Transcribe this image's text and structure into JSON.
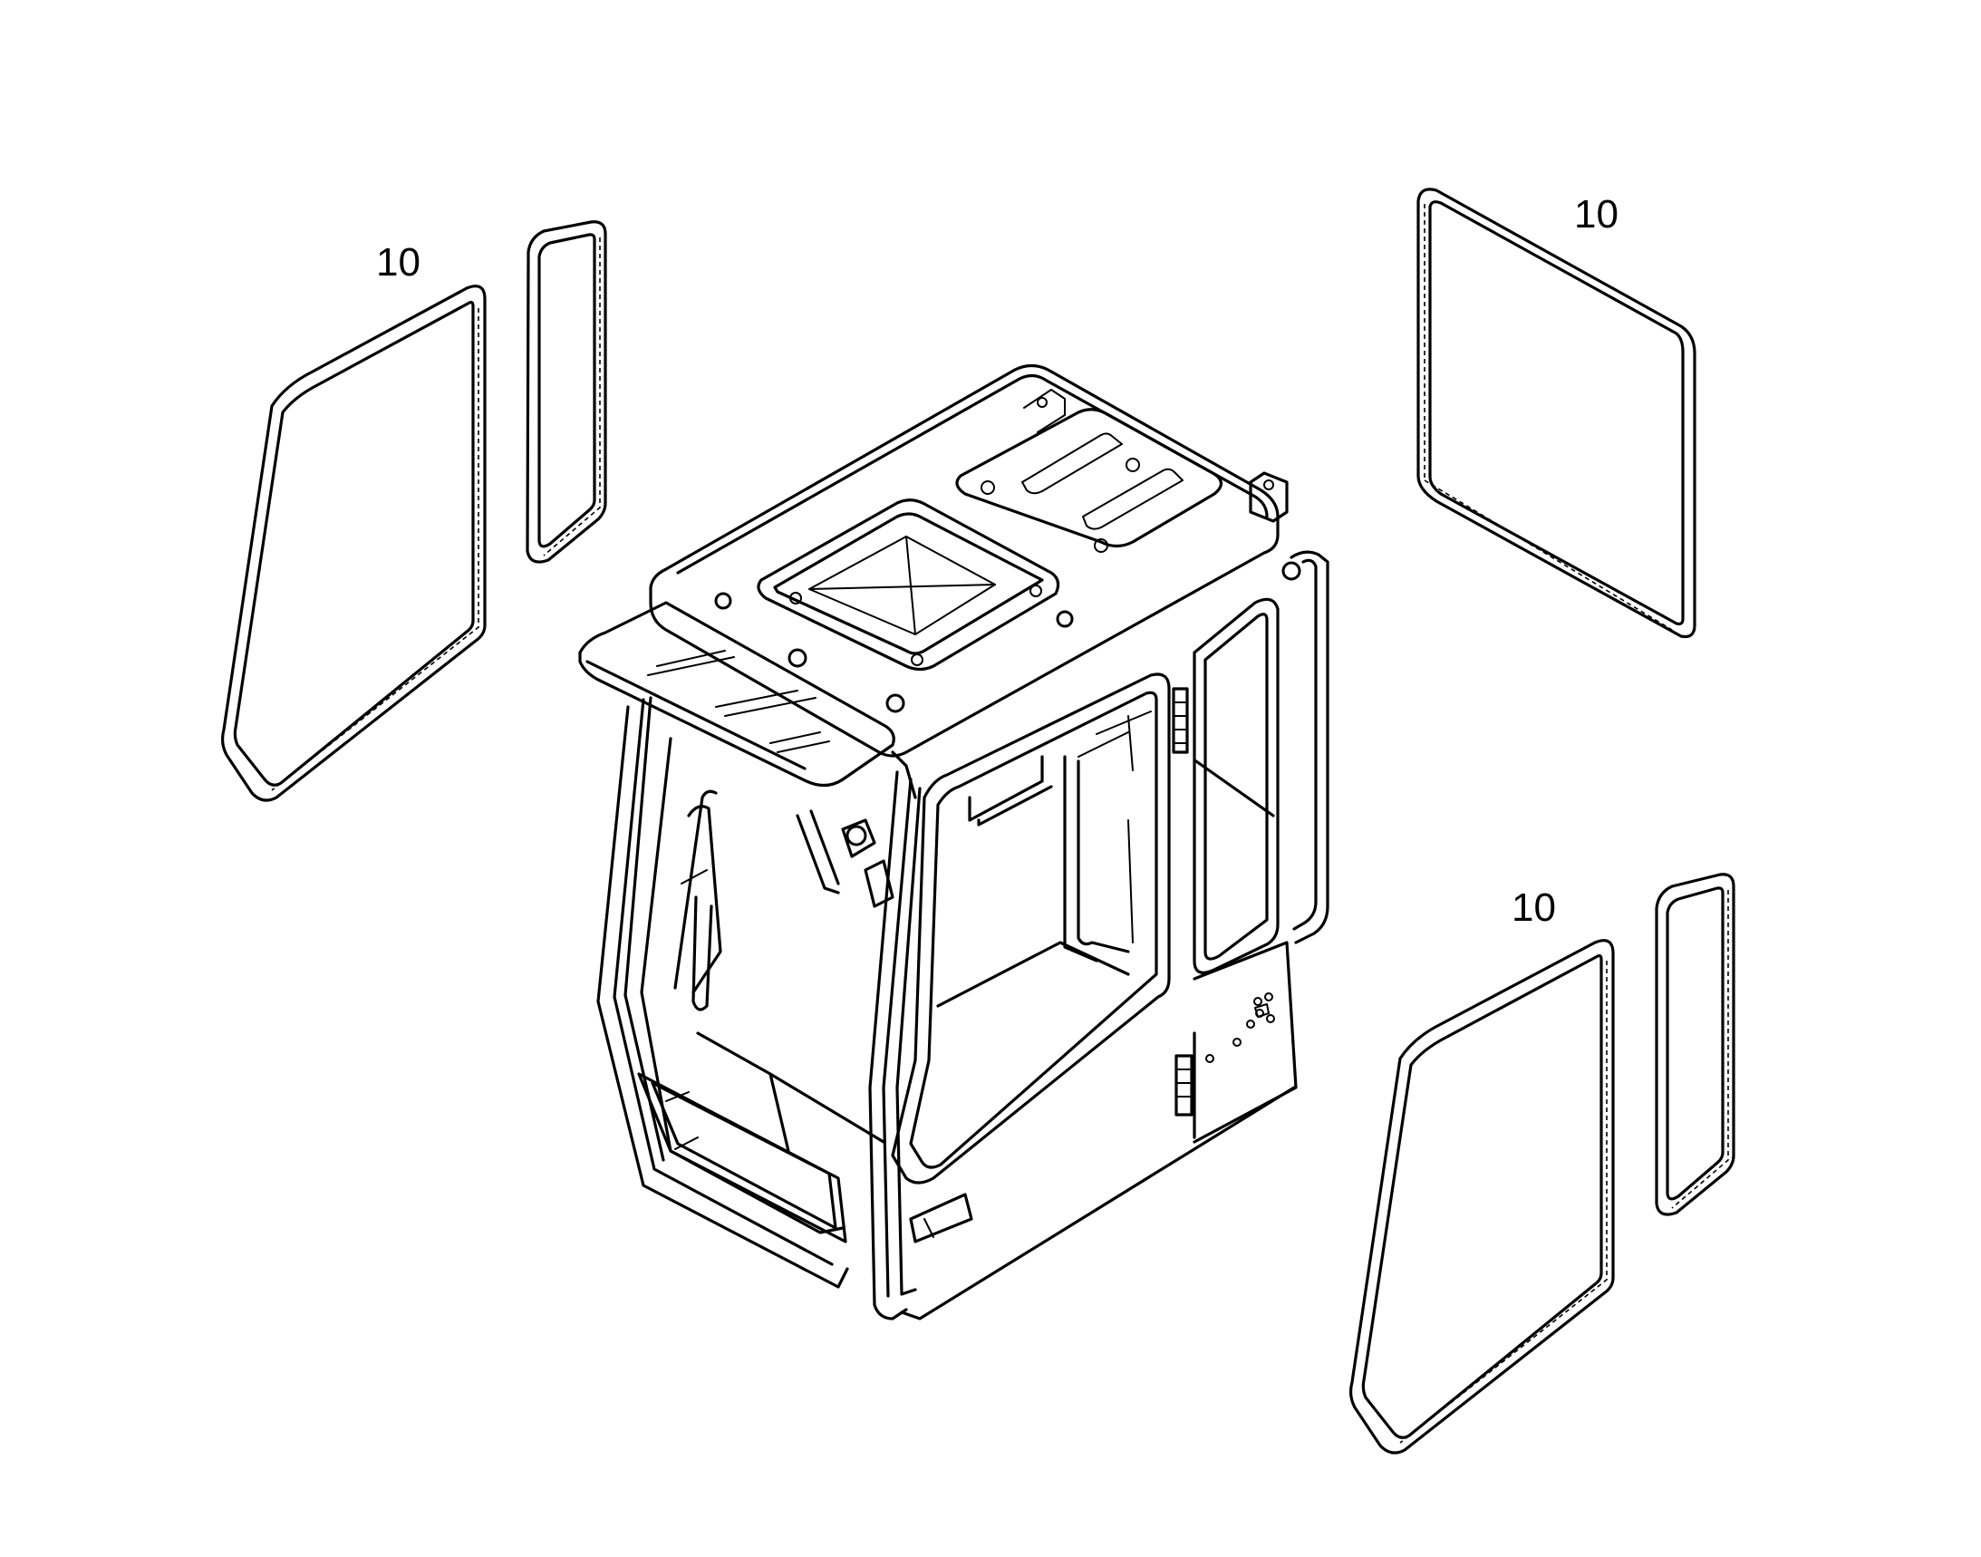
{
  "diagram": {
    "callouts": [
      {
        "id": "callout-1",
        "label": "10"
      },
      {
        "id": "callout-2",
        "label": "10"
      },
      {
        "id": "callout-3",
        "label": "10"
      }
    ]
  }
}
